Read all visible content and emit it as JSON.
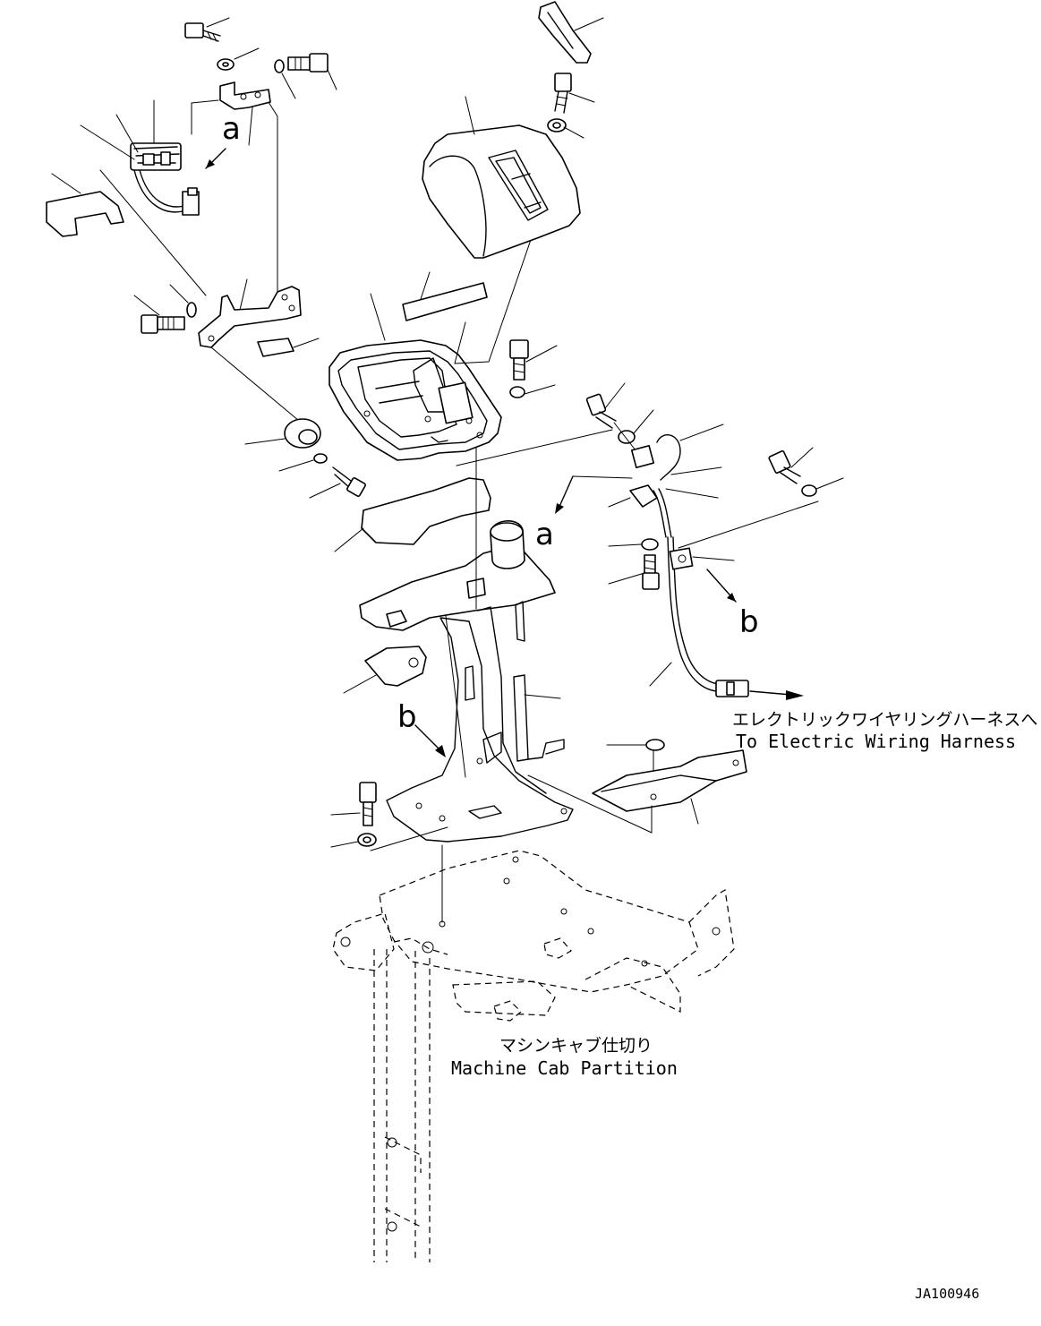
{
  "callout_letters": {
    "a1": "a",
    "a2": "a",
    "b1": "b",
    "b2": "b"
  },
  "labels": {
    "harness_jp": "エレクトリックワイヤリングハーネスへ",
    "harness_en": "To Electric Wiring Harness",
    "partition_jp": "マシンキャブ仕切り",
    "partition_en": "Machine Cab Partition"
  },
  "drawing_id": "JA100946"
}
